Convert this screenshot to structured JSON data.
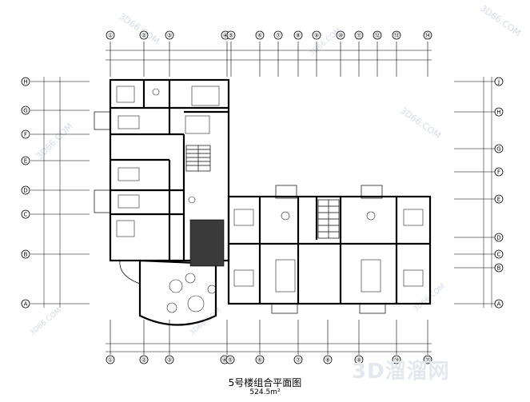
{
  "drawing": {
    "title": "5号楼组合平面图",
    "area": "524.5m²"
  },
  "watermark": {
    "brand": "3D溜溜网",
    "site": "3D66.COM"
  },
  "axes": {
    "top": [
      "①",
      "②",
      "③",
      "④",
      "⑤",
      "⑥",
      "⑦",
      "⑧",
      "⑨",
      "⑩",
      "⑪",
      "⑫",
      "⑬",
      "⑭"
    ],
    "bottom": [
      "①",
      "②",
      "③",
      "④",
      "⑤",
      "⑥",
      "⑦",
      "⑧",
      "⑨",
      "⑩",
      "⑪"
    ],
    "left": [
      "H",
      "G",
      "F",
      "E",
      "D",
      "C",
      "B",
      "A"
    ],
    "right": [
      "J",
      "H",
      "G",
      "F",
      "E",
      "D",
      "C",
      "B",
      "A"
    ]
  }
}
